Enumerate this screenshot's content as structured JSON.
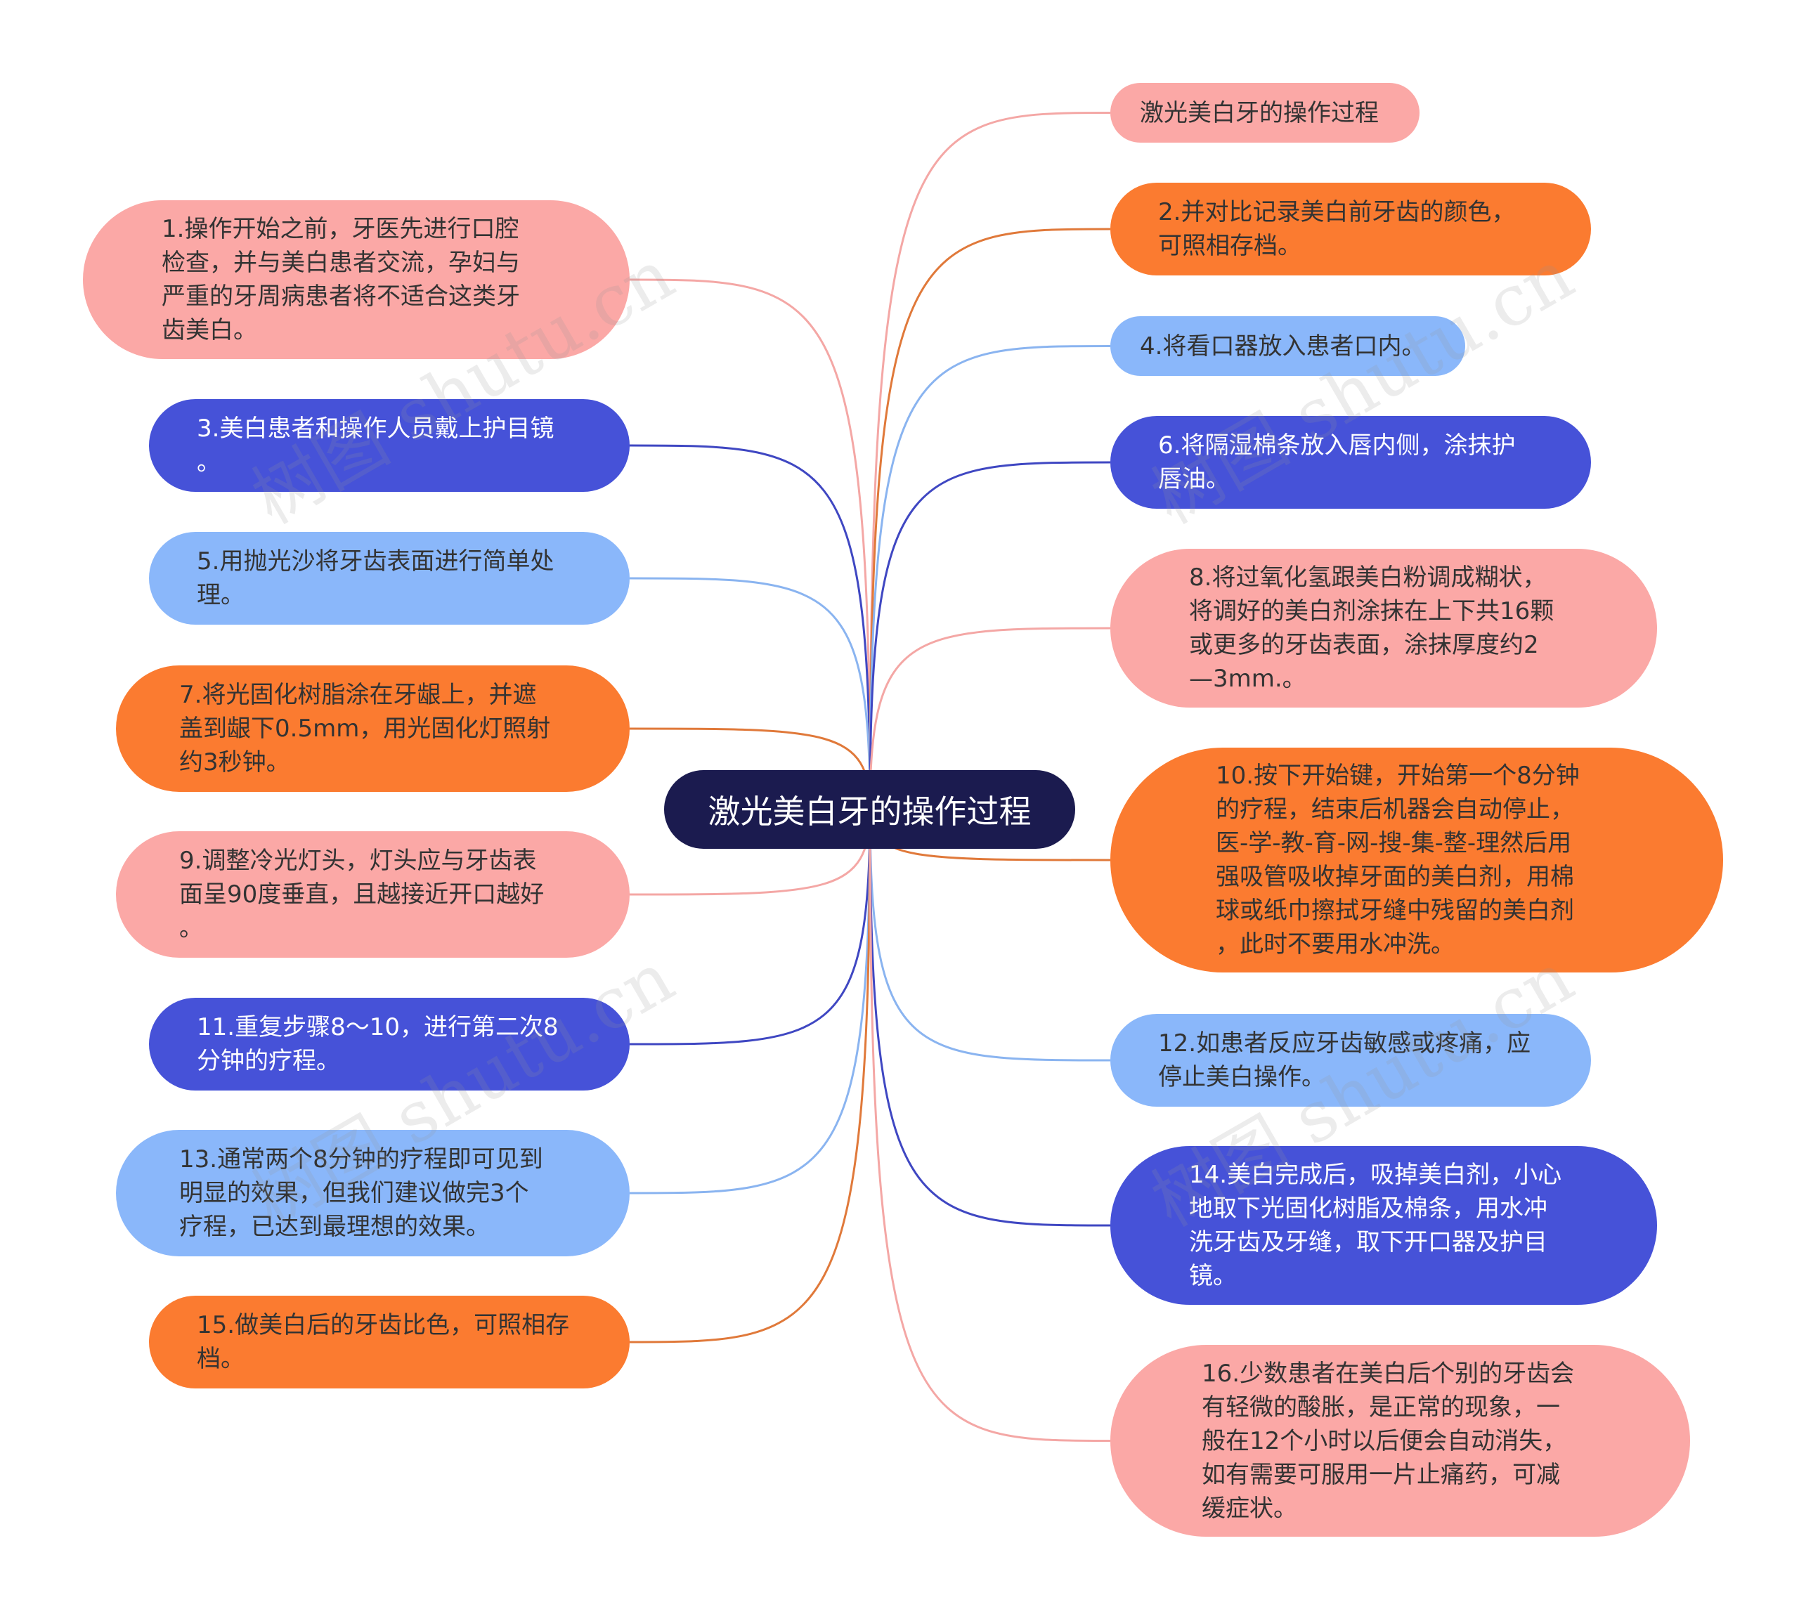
{
  "watermark": "树图 shutu.cn",
  "colors": {
    "pink": "#FBA8A6",
    "orange": "#FB7B30",
    "light_blue": "#8AB7FA",
    "blue": "#4652D8",
    "root": "#1B1B4F",
    "pink_line": "#F4A7A5",
    "orange_line": "#E0793A",
    "light_blue_line": "#8AB4F0",
    "blue_line": "#3F47C2"
  },
  "root": {
    "label": "激光美白牙的操作过程"
  },
  "left_nodes": [
    {
      "color": "pink",
      "text": "1.操作开始之前，牙医先进行口腔\n检查，并与美白患者交流，孕妇与\n严重的牙周病患者将不适合这类牙\n齿美白。"
    },
    {
      "color": "blue",
      "text": "3.美白患者和操作人员戴上护目镜\n。"
    },
    {
      "color": "light_blue",
      "text": "5.用抛光沙将牙齿表面进行简单处\n理。"
    },
    {
      "color": "orange",
      "text": "7.将光固化树脂涂在牙龈上，并遮\n盖到龈下0.5mm，用光固化灯照射\n约3秒钟。"
    },
    {
      "color": "pink",
      "text": "9.调整冷光灯头，灯头应与牙齿表\n面呈90度垂直，且越接近开口越好\n。"
    },
    {
      "color": "blue",
      "text": "11.重复步骤8～10，进行第二次8\n分钟的疗程。"
    },
    {
      "color": "light_blue",
      "text": "13.通常两个8分钟的疗程即可见到\n明显的效果，但我们建议做完3个\n疗程，已达到最理想的效果。"
    },
    {
      "color": "orange",
      "text": "15.做美白后的牙齿比色，可照相存\n档。"
    }
  ],
  "right_nodes": [
    {
      "color": "pink",
      "text": "激光美白牙的操作过程"
    },
    {
      "color": "orange",
      "text": "2.并对比记录美白前牙齿的颜色，\n可照相存档。"
    },
    {
      "color": "light_blue",
      "text": "4.将看口器放入患者口内。"
    },
    {
      "color": "blue",
      "text": "6.将隔湿棉条放入唇内侧，涂抹护\n唇油。"
    },
    {
      "color": "pink",
      "text": "8.将过氧化氢跟美白粉调成糊状，\n将调好的美白剂涂抹在上下共16颗\n或更多的牙齿表面，涂抹厚度约2\n—3mm.。"
    },
    {
      "color": "orange",
      "text": "10.按下开始键，开始第一个8分钟\n的疗程，结束后机器会自动停止，\n医-学-教-育-网-搜-集-整-理然后用\n强吸管吸收掉牙面的美白剂，用棉\n球或纸巾擦拭牙缝中残留的美白剂\n，此时不要用水冲洗。"
    },
    {
      "color": "light_blue",
      "text": "12.如患者反应牙齿敏感或疼痛，应\n停止美白操作。"
    },
    {
      "color": "blue",
      "text": "14.美白完成后，吸掉美白剂，小心\n地取下光固化树脂及棉条，用水冲\n洗牙齿及牙缝，取下开口器及护目\n镜。"
    },
    {
      "color": "pink",
      "text": "16.少数患者在美白后个别的牙齿会\n有轻微的酸胀，是正常的现象，一\n般在12个小时以后便会自动消失，\n如有需要可服用一片止痛药，可减\n缓症状。"
    }
  ]
}
